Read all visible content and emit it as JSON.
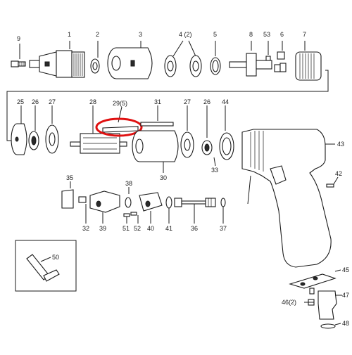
{
  "labels": {
    "p1": "1",
    "p2": "2",
    "p3": "3",
    "p4": "4 (2)",
    "p5": "5",
    "p8": "8",
    "p53": "53",
    "p6": "6",
    "p7": "7",
    "p9": "9",
    "p25": "25",
    "p26": "26",
    "p27a": "27",
    "p28": "28",
    "p29": "29(5)",
    "p31": "31",
    "p27b": "27",
    "p26b": "26",
    "p44": "44",
    "p43": "43",
    "p30": "30",
    "p33": "33",
    "p42": "42",
    "p35": "35",
    "p38": "38",
    "p32": "32",
    "p39": "39",
    "p51": "51",
    "p52": "52",
    "p40": "40",
    "p41": "41",
    "p36": "36",
    "p37": "37",
    "p50": "50",
    "p45": "45",
    "p47": "47",
    "p46": "46(2)",
    "p48": "48"
  },
  "highlight": {
    "part": "29(5)",
    "color": "#e01010"
  }
}
